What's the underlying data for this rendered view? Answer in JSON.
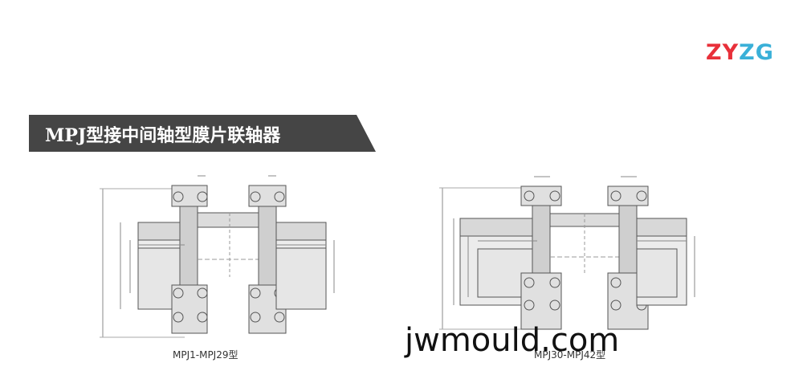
{
  "logo": {
    "z": "Z",
    "y": "Y",
    "z2": "Z",
    "g": "G"
  },
  "title": "MPJ型接中间轴型膜片联轴器",
  "colors": {
    "band": "#454545",
    "logo_red": "#e8303a",
    "logo_blue": "#3ab0d8"
  },
  "figures": [
    {
      "caption": "MPJ1-MPJ29型"
    },
    {
      "caption": "MPJ30-MPJ42型"
    }
  ],
  "watermark": "jwmould.com"
}
